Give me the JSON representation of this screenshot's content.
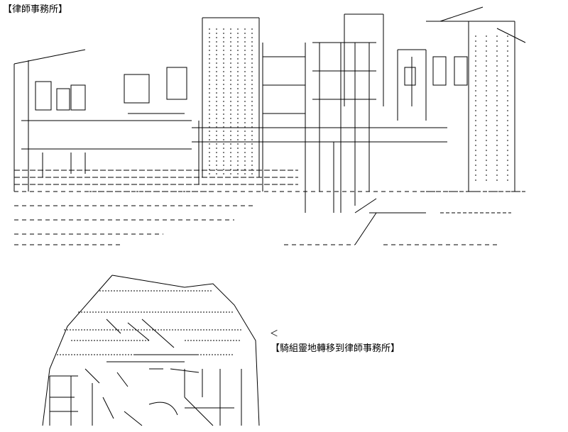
{
  "captions": {
    "scene_title": "【律師事務所】",
    "transition_note": "【騎組靈地轉移到律師事務所】",
    "pointer": "＜"
  },
  "artwork": {
    "top": "ascii-art-street-with-buildings",
    "bottom": "ascii-art-hooded-figure"
  }
}
